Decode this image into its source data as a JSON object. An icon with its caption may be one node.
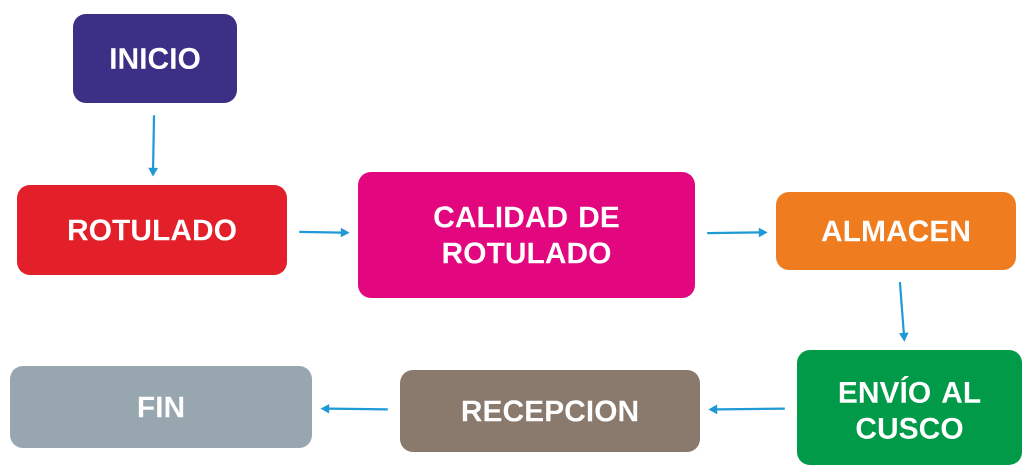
{
  "diagram": {
    "nodes": [
      {
        "text": [
          "INICIO"
        ]
      },
      {
        "text": [
          "ROTULADO"
        ]
      },
      {
        "text": [
          "CALIDAD DE ROTULADO"
        ]
      },
      {
        "text": [
          "ALMACEN"
        ]
      },
      {
        "text": [
          "ENVÍO AL CUSCO"
        ]
      },
      {
        "text": [
          "RECEPCION"
        ]
      },
      {
        "text": [
          "FIN"
        ]
      }
    ],
    "edges": [
      {
        "from": 0,
        "to": 1,
        "arrow": "to"
      },
      {
        "from": 1,
        "to": 2,
        "arrow": "to"
      },
      {
        "from": 2,
        "to": 3,
        "arrow": "to"
      },
      {
        "from": 3,
        "to": 4,
        "arrow": "to"
      },
      {
        "from": 4,
        "to": 5,
        "arrow": "to"
      },
      {
        "from": 5,
        "to": 6,
        "arrow": "to"
      }
    ]
  }
}
